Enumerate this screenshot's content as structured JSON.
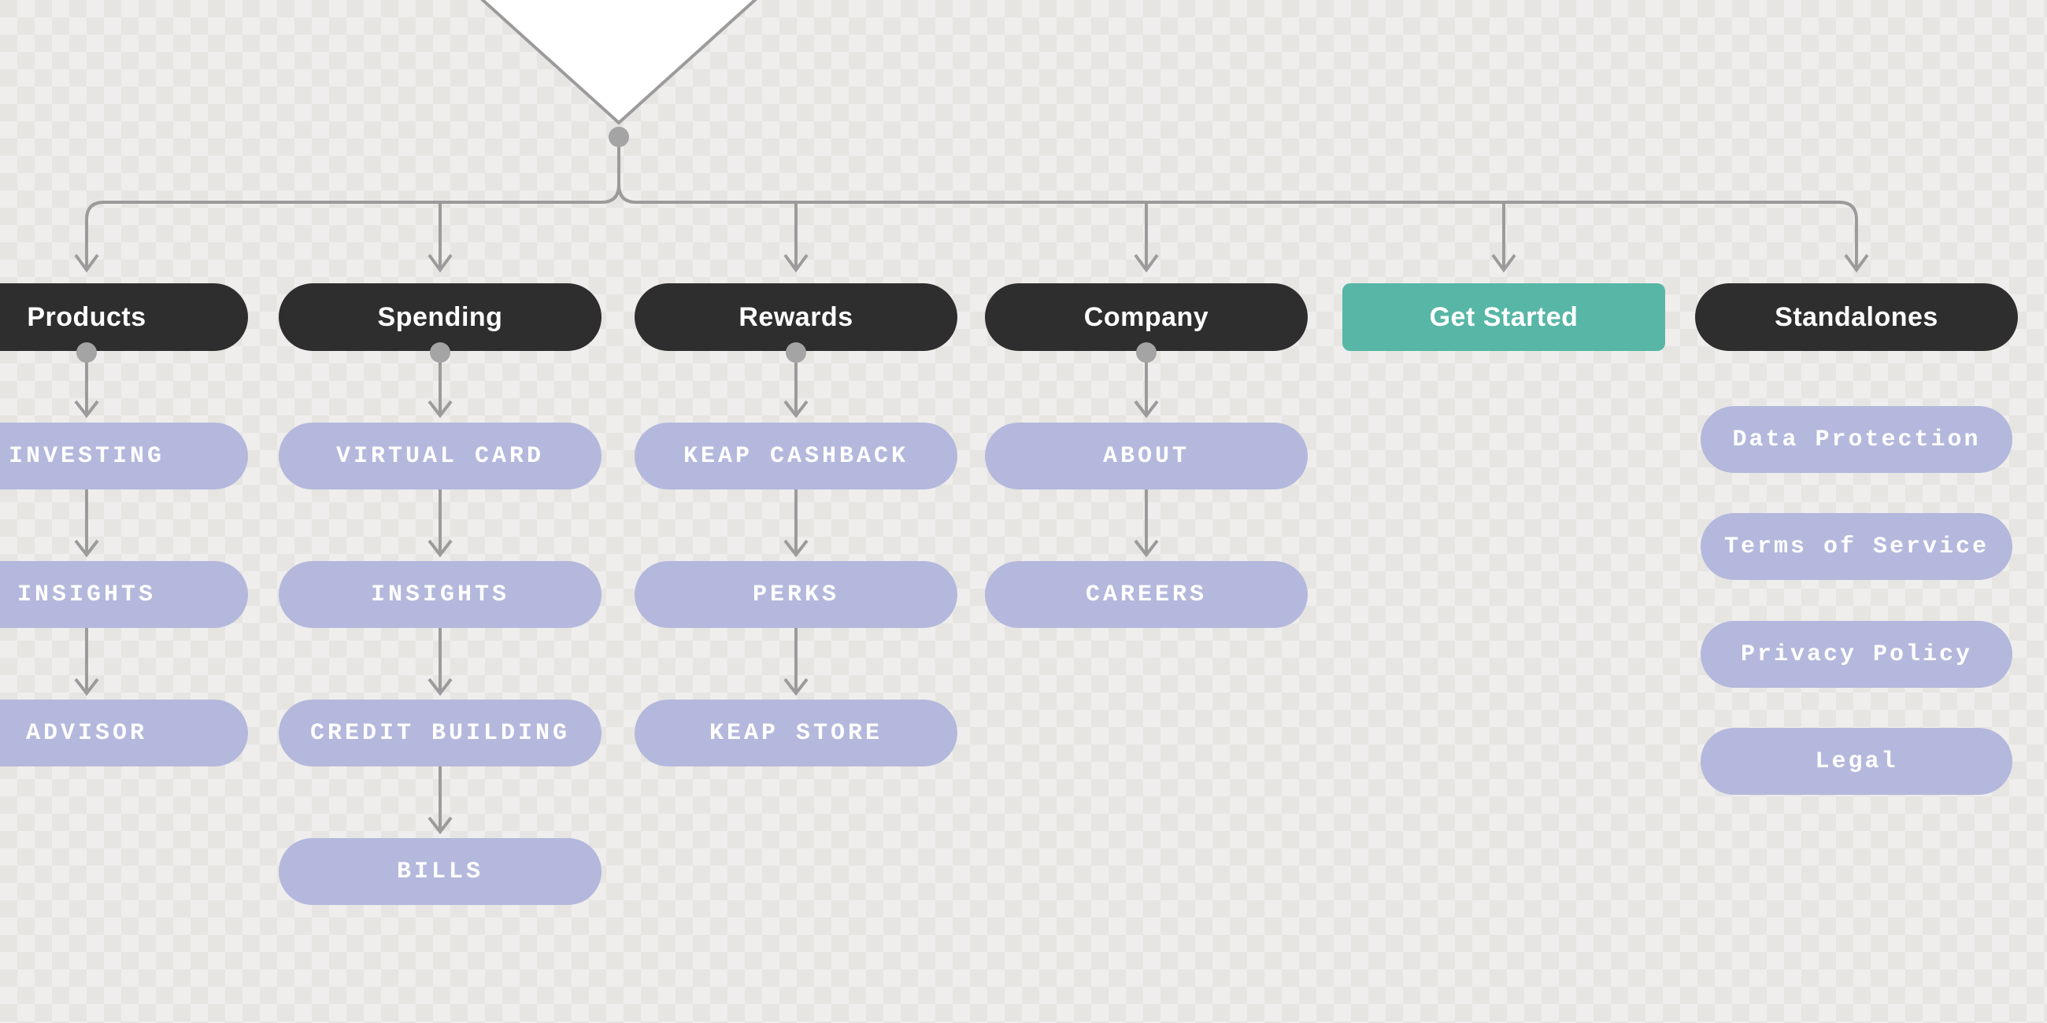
{
  "diagram": {
    "type": "sitemap-tree",
    "colors": {
      "top_node_bg": "#2e2e2e",
      "cta_node_bg": "#57b6a6",
      "child_node_bg": "#b4b8dc",
      "connector": "#9b9b9b",
      "dot": "#a4a4a4",
      "background": "#e6e5e2",
      "background_pattern": "#efeeec"
    },
    "columns": [
      {
        "label": "Products",
        "type": "dark",
        "children": [
          "INVESTING",
          "INSIGHTS",
          "ADVISOR"
        ]
      },
      {
        "label": "Spending",
        "type": "dark",
        "children": [
          "VIRTUAL CARD",
          "INSIGHTS",
          "CREDIT BUILDING",
          "BILLS"
        ]
      },
      {
        "label": "Rewards",
        "type": "dark",
        "children": [
          "KEAP CASHBACK",
          "PERKS",
          "KEAP STORE"
        ]
      },
      {
        "label": "Company",
        "type": "dark",
        "children": [
          "ABOUT",
          "CAREERS"
        ]
      },
      {
        "label": "Get Started",
        "type": "cta",
        "children": []
      },
      {
        "label": "Standalones",
        "type": "dark",
        "children": [
          "Data Protection",
          "Terms of Service",
          "Privacy Policy",
          "Legal"
        ]
      }
    ]
  }
}
